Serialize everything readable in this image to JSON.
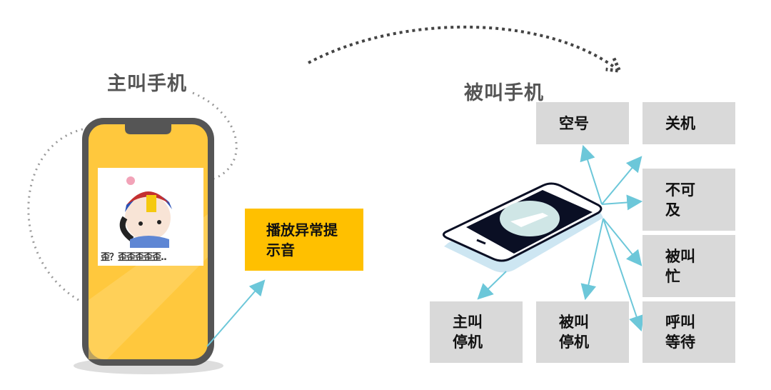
{
  "caller": {
    "title": "主叫手机",
    "sticker_caption": "歪？歪歪歪歪歪..",
    "action": "播放异常提示音"
  },
  "callee": {
    "title": "被叫手机",
    "states": [
      "空号",
      "关机",
      "不可及",
      "被叫忙",
      "主叫停机",
      "被叫停机",
      "呼叫等待"
    ]
  },
  "colors": {
    "accent_arrow": "#6CC7D9",
    "orange": "#FFC000",
    "phone_yellow": "#FFC83D",
    "box_gray": "#D9D9D9"
  }
}
